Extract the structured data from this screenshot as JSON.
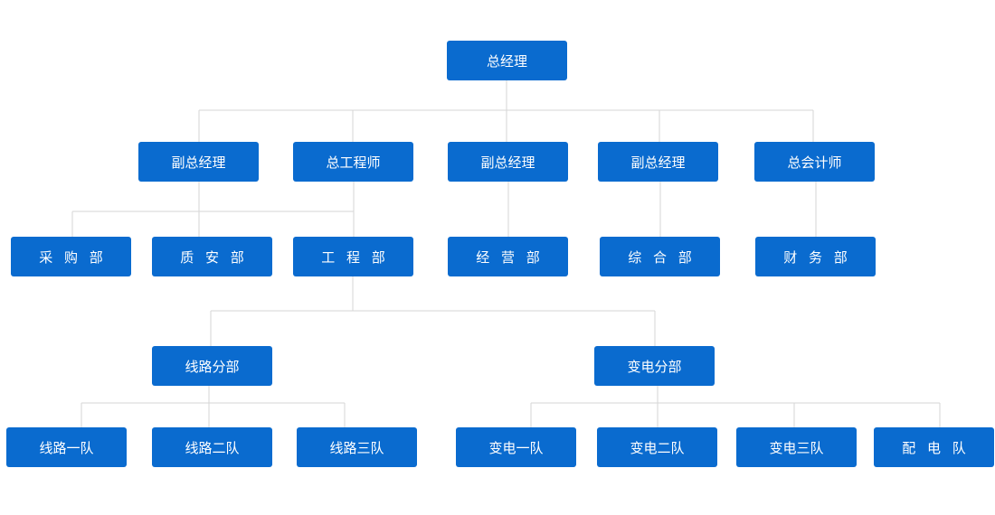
{
  "org": {
    "ceo": "总经理",
    "vp1": "副总经理",
    "chief_engineer": "总工程师",
    "vp2": "副总经理",
    "vp3": "副总经理",
    "chief_accountant": "总会计师",
    "procurement": "采 购 部",
    "quality_safety": "质 安 部",
    "engineering": "工 程 部",
    "operations": "经 营 部",
    "general_affairs": "综 合 部",
    "finance": "财 务 部",
    "line_branch": "线路分部",
    "substation_branch": "变电分部",
    "line_team_1": "线路一队",
    "line_team_2": "线路二队",
    "line_team_3": "线路三队",
    "sub_team_1": "变电一队",
    "sub_team_2": "变电二队",
    "sub_team_3": "变电三队",
    "distribution_team": "配 电 队"
  }
}
